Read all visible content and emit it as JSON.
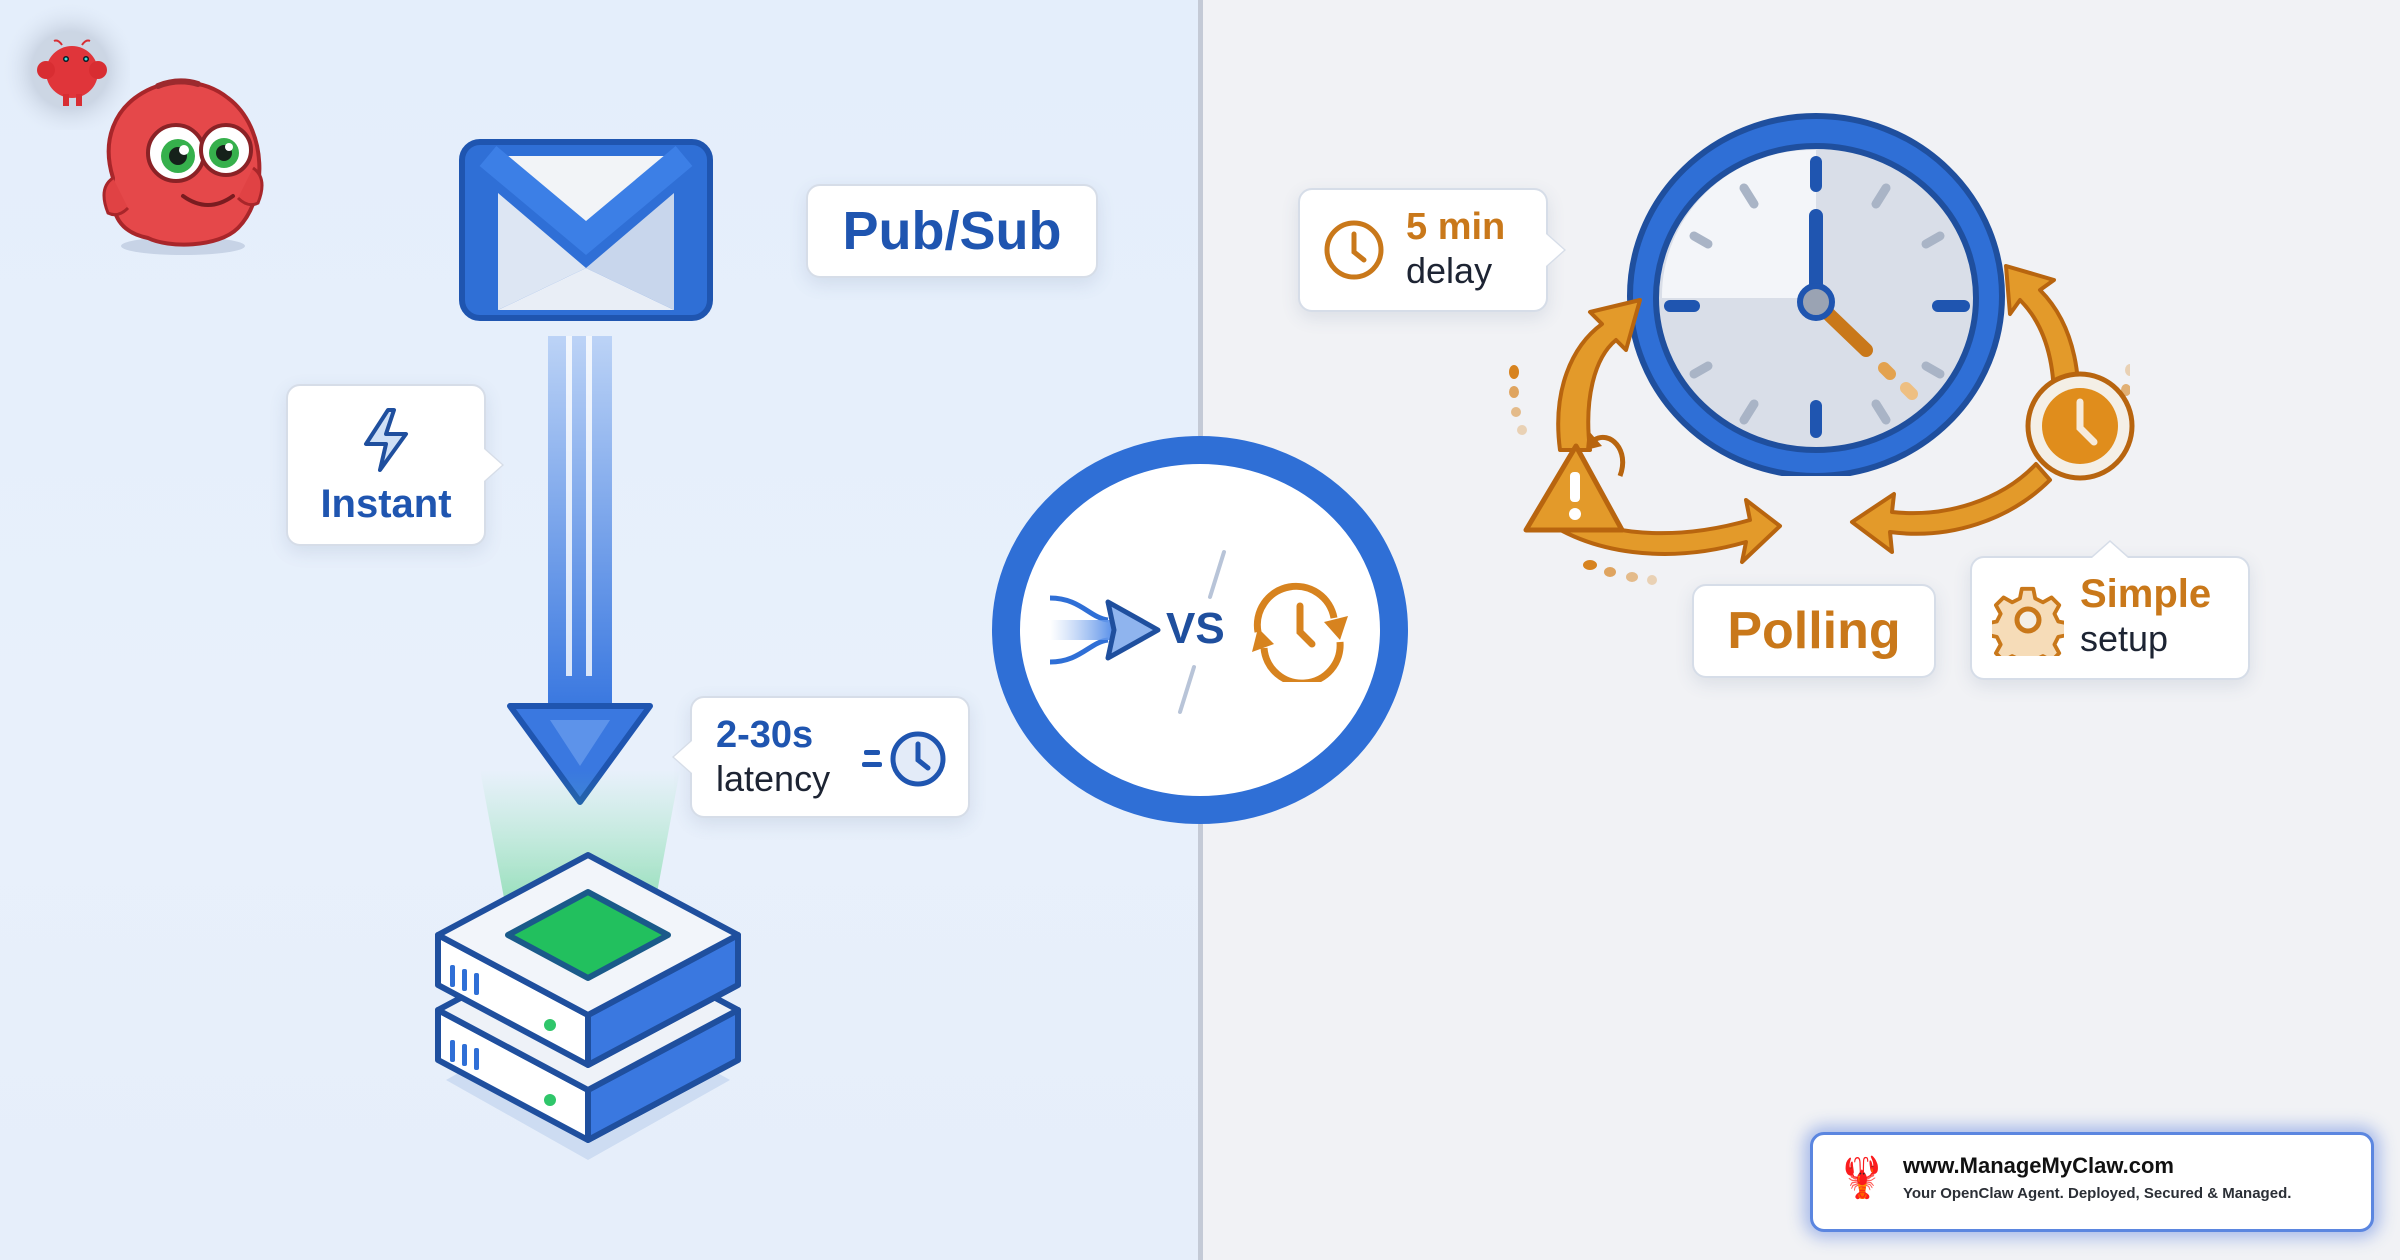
{
  "left_side": {
    "title_label": "Pub/Sub",
    "instant_label": "Instant",
    "latency_value": "2-30s",
    "latency_label": "latency",
    "icons": [
      "gmail-envelope-icon",
      "lightning-bolt-icon",
      "downward-arrow-icon",
      "server-stack-icon",
      "fast-clock-icon"
    ],
    "accent_color": "#1f55b0"
  },
  "center": {
    "vs_label": "VS",
    "icons": [
      "flow-arrow-icon",
      "refresh-clock-icon"
    ]
  },
  "right_side": {
    "title_label": "Polling",
    "delay_value": "5 min",
    "delay_label": "delay",
    "setup_value": "Simple",
    "setup_label": "setup",
    "icons": [
      "wall-clock-icon",
      "cycle-arrows-icon",
      "warning-icon",
      "clock-badge-icon",
      "gear-icon"
    ],
    "accent_color": "#c9781a"
  },
  "mascot": {
    "name": "red-blob-mascot"
  },
  "brand": {
    "url": "www.ManageMyClaw.com",
    "tagline": "Your OpenClaw Agent. Deployed, Secured & Managed.",
    "icon": "🦞"
  }
}
